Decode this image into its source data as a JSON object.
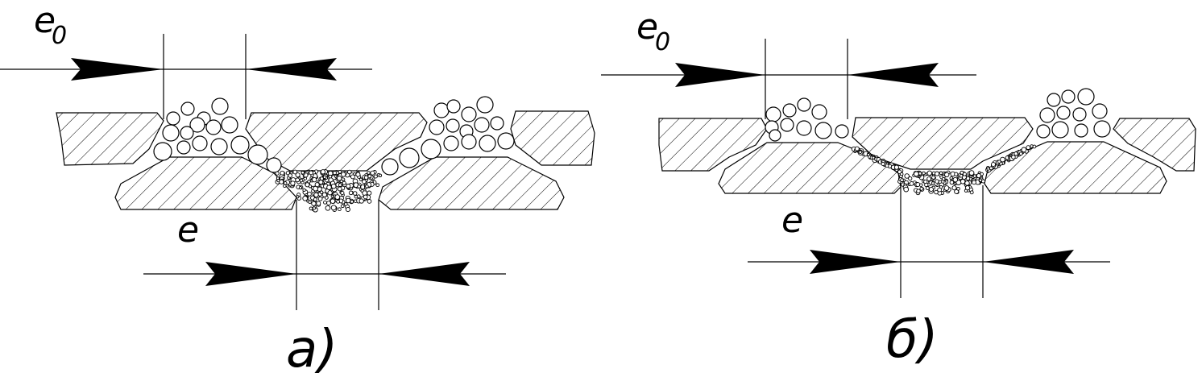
{
  "panels": [
    {
      "caption": "а)",
      "top_gap_label": "e",
      "top_gap_subscript": "0",
      "bottom_gap_label": "e"
    },
    {
      "caption": "б)",
      "top_gap_label": "e",
      "top_gap_subscript": "0",
      "bottom_gap_label": "e"
    }
  ],
  "colors": {
    "line": "#000000",
    "background": "#ffffff"
  }
}
